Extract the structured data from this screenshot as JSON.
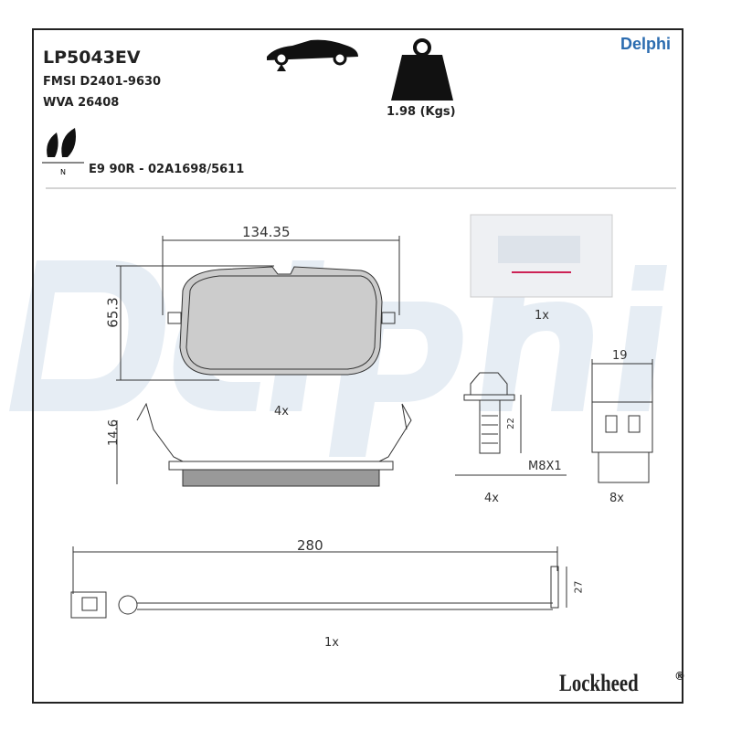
{
  "header": {
    "part_number": "LP5043EV",
    "fmsi": "FMSI D2401-9630",
    "wva": "WVA 26408",
    "approval": "E9 90R - 02A1698/5611",
    "weight": "1.98 (Kgs)",
    "brand": "Delphi",
    "eco_label": "N"
  },
  "icons": [
    "car-axle-icon",
    "weight-icon",
    "eco-leaf-icon"
  ],
  "watermark": "Delphi",
  "dimensions": {
    "pad_width": "134.35",
    "pad_height": "65.3",
    "pad_thickness": "14.6",
    "pad_qty": "4x",
    "grease_qty": "1x",
    "bolt_length": "22",
    "bolt_thread": "M8X1",
    "bolt_qty": "4x",
    "clip_width": "19",
    "clip_qty": "8x",
    "sensor_length": "280",
    "sensor_height": "27",
    "sensor_qty": "1x"
  },
  "footer": {
    "logo": "Lockheed",
    "registered": "®"
  },
  "colors": {
    "brand_blue": "#2b6cb0",
    "watermark": "#e6edf4"
  }
}
